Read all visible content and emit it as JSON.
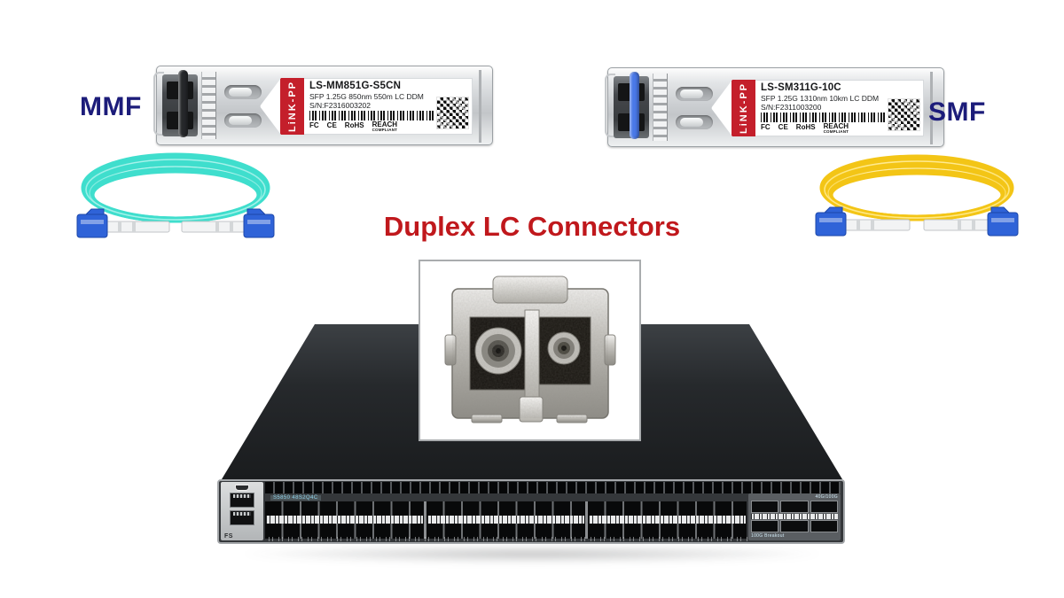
{
  "title": {
    "text": "Duplex LC Connectors",
    "color": "#c0181c"
  },
  "modules": {
    "brand": "LiNK-PP",
    "certs": {
      "fc": "FC",
      "ce": "CE",
      "rohs": "RoHS",
      "reach": "REACH",
      "reach_sub": "COMPLIANT"
    },
    "left": {
      "side_label": "MMF",
      "side_label_color": "#1c1c7a",
      "model": "LS-MM851G-S5CN",
      "spec": "SFP 1.25G 850nm 550m LC DDM",
      "serial": "S/N:F2316003202",
      "latch_color": "#26282b"
    },
    "right": {
      "side_label": "SMF",
      "side_label_color": "#1c1c7a",
      "model": "LS-SM311G-10C",
      "spec": "SFP 1.25G 1310nm 10km LC DDM",
      "serial": "S/N:F2311003200",
      "latch_color": "#4a79e8"
    }
  },
  "cables": {
    "left": {
      "type": "multimode-om3-duplex-lc-patch-cable",
      "color": "#3fdecd",
      "highlight": "#a5f2ea",
      "connector_color": "#2f63d8"
    },
    "right": {
      "type": "singlemode-os2-duplex-lc-patch-cable",
      "color": "#f3c516",
      "highlight": "#ffe98a",
      "connector_color": "#2f63d8"
    }
  },
  "switch": {
    "model_label": "S5850 48S2Q4C",
    "qsfp_label": "40G/100G",
    "breakout_label": "100G Breakout",
    "brand": "FS"
  }
}
